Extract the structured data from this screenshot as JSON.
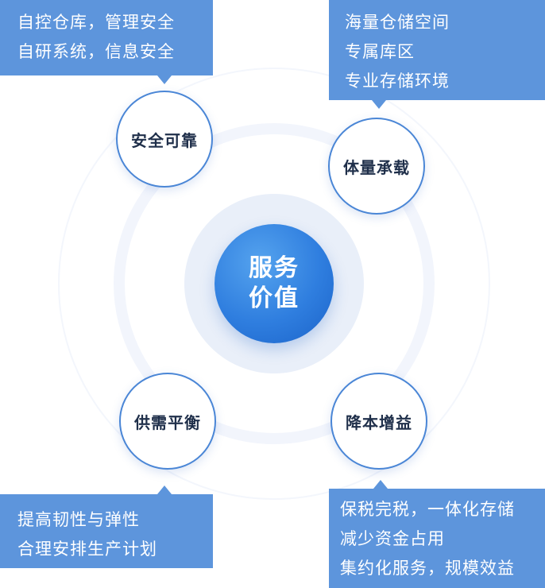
{
  "center": {
    "line1": "服务",
    "line2": "价值"
  },
  "nodes": [
    {
      "label": "安全可靠",
      "lines": [
        "自控仓库，管理安全",
        "自研系统，信息安全"
      ]
    },
    {
      "label": "体量承载",
      "lines": [
        "海量仓储空间",
        "专属库区",
        "专业存储环境"
      ]
    },
    {
      "label": "供需平衡",
      "lines": [
        "提高韧性与弹性",
        "合理安排生产计划"
      ]
    },
    {
      "label": "降本增益",
      "lines": [
        "保税完税，一体化存储",
        "减少资金占用",
        "集约化服务，规模效益"
      ]
    }
  ],
  "colors": {
    "accent": "#2f7edf",
    "box": "#5d95dc",
    "node_border": "#4a86d6",
    "ring": "#f2f5fc"
  }
}
